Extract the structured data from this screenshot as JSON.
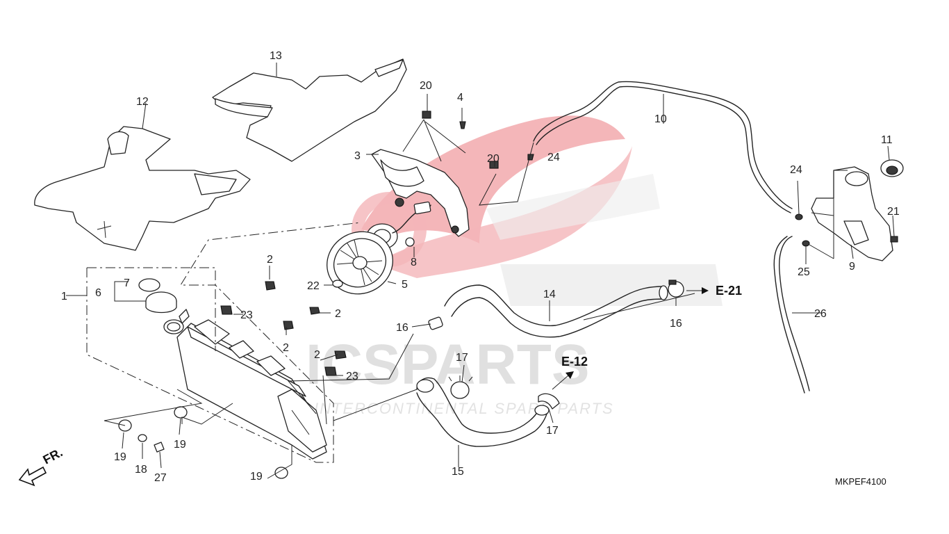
{
  "diagram": {
    "code": "MKPEF4100",
    "watermark": {
      "brand": "ICSPARTS",
      "tagline": "INTERCONTINENTAL SPARE PARTS",
      "accent_color": "#e0303a",
      "logo": "wing-logo"
    },
    "direction": "FR.",
    "refs": {
      "e21": "E-21",
      "e12": "E-12"
    },
    "callouts": {
      "c1": "1",
      "c2a": "2",
      "c2b": "2",
      "c2c": "2",
      "c2d": "2",
      "c3": "3",
      "c4": "4",
      "c5": "5",
      "c6": "6",
      "c7": "7",
      "c8": "8",
      "c9": "9",
      "c10": "10",
      "c11": "11",
      "c12": "12",
      "c13": "13",
      "c14": "14",
      "c15": "15",
      "c16a": "16",
      "c16b": "16",
      "c17a": "17",
      "c17b": "17",
      "c18": "18",
      "c19a": "19",
      "c19b": "19",
      "c19c": "19",
      "c20a": "20",
      "c20b": "20",
      "c21": "21",
      "c22": "22",
      "c23a": "23",
      "c23b": "23",
      "c24a": "24",
      "c24b": "24",
      "c25": "25",
      "c26": "26",
      "c27": "27"
    }
  }
}
